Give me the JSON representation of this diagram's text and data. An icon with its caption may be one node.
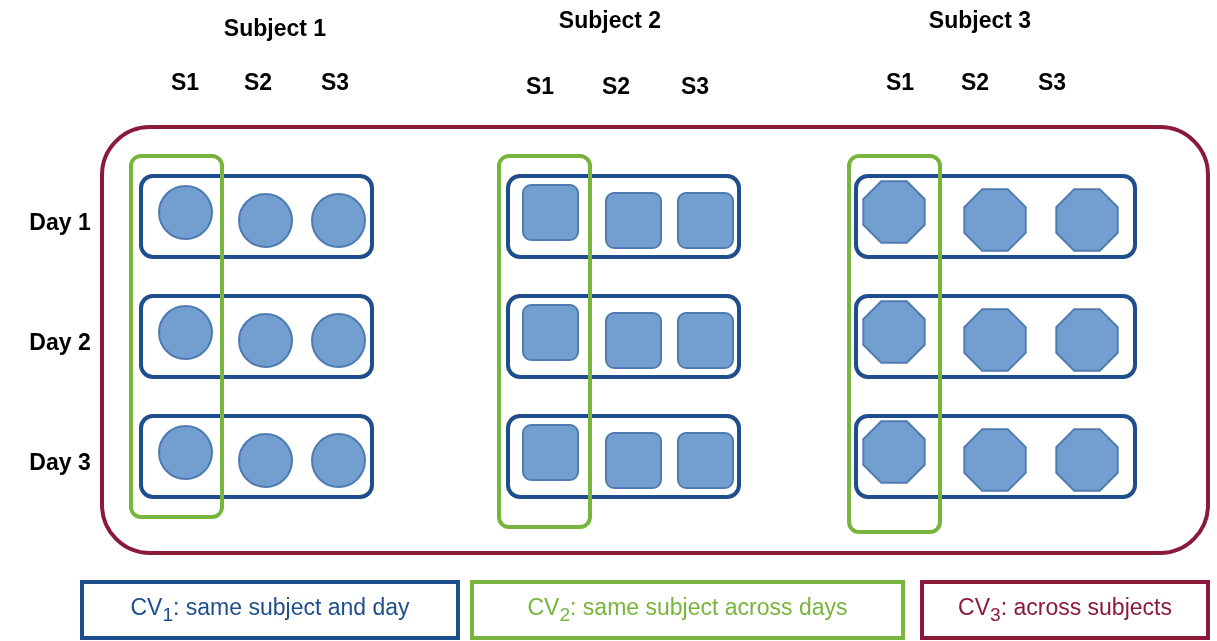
{
  "diagram": {
    "nodes": [
      {
        "text": [],
        "shape": "box"
      },
      {
        "text": [],
        "shape": "box",
        "in": 0
      },
      {
        "text": [],
        "shape": "box",
        "in": 0
      },
      {
        "text": [],
        "shape": "circle"
      },
      {
        "text": [],
        "shape": "circle",
        "in": 2
      },
      {
        "text": [],
        "shape": "circle",
        "in": 2
      },
      {
        "text": [],
        "shape": "box",
        "in": 0
      },
      {
        "text": [],
        "shape": "circle"
      },
      {
        "text": [],
        "shape": "circle",
        "in": 6
      },
      {
        "text": [],
        "shape": "circle",
        "in": 6
      },
      {
        "text": [],
        "shape": "box",
        "in": 0
      },
      {
        "text": [],
        "shape": "circle"
      },
      {
        "text": [],
        "shape": "circle",
        "in": 10
      },
      {
        "text": [],
        "shape": "circle",
        "in": 10
      },
      {
        "text": [],
        "shape": "box",
        "in": 0
      },
      {
        "text": [],
        "shape": "box",
        "in": 0
      },
      {
        "text": [],
        "shape": "square"
      },
      {
        "text": [],
        "shape": "square",
        "in": 15
      },
      {
        "text": [],
        "shape": "square",
        "in": 15
      },
      {
        "text": [],
        "shape": "box",
        "in": 0
      },
      {
        "text": [],
        "shape": "square"
      },
      {
        "text": [],
        "shape": "square",
        "in": 19
      },
      {
        "text": [],
        "shape": "square",
        "in": 19
      },
      {
        "text": [],
        "shape": "box",
        "in": 0
      },
      {
        "text": [],
        "shape": "square"
      },
      {
        "text": [],
        "shape": "square",
        "in": 23
      },
      {
        "text": [],
        "shape": "square",
        "in": 23
      },
      {
        "text": [],
        "shape": "box",
        "in": 0
      },
      {
        "text": [],
        "shape": "box",
        "in": 0
      },
      {
        "text": [],
        "shape": "octagon"
      },
      {
        "text": [],
        "shape": "octagon",
        "in": 28
      },
      {
        "text": [],
        "shape": "octagon",
        "in": 28
      },
      {
        "text": [],
        "shape": "box",
        "in": 0
      },
      {
        "text": [],
        "shape": "octagon"
      },
      {
        "text": [],
        "shape": "octagon",
        "in": 32
      },
      {
        "text": [],
        "shape": "octagon",
        "in": 32
      },
      {
        "text": [],
        "shape": "box",
        "in": 0
      },
      {
        "text": [],
        "shape": "octagon"
      },
      {
        "text": [],
        "shape": "octagon",
        "in": 36
      },
      {
        "text": [],
        "shape": "octagon",
        "in": 36
      }
    ],
    "labels": [
      "Subject 1",
      "Subject 2",
      "Subject 3",
      "S1",
      "S2",
      "S3",
      "S1",
      "S2",
      "S3",
      "S1",
      "S2",
      "S3",
      "Day 1",
      "Day 2",
      "Day 3"
    ],
    "legend": [
      {
        "text": "CV$_{1}$: same subject and day",
        "color": "#1f4e8c"
      },
      {
        "text": "CV$_{2}$: same subject across days",
        "color": "#77b53c"
      },
      {
        "text": "CV$_{3}$: across subjects",
        "color": "#8b1a3a"
      }
    ]
  }
}
